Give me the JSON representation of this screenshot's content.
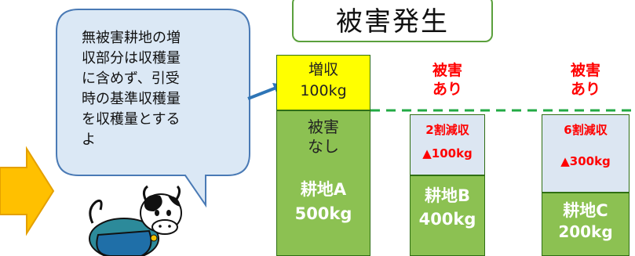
{
  "title": "被害発生",
  "bubble": {
    "lines": [
      "無被害耕地の増",
      "収部分は収穫量",
      "に含めず、引受",
      "時の基準収穫量",
      "を収穫量とする",
      "よ"
    ]
  },
  "field_a": {
    "increase_line1": "増収",
    "increase_line2": "100kg",
    "damage_line1": "被害",
    "damage_line2": "なし",
    "name": "耕地A",
    "amount": "500kg"
  },
  "field_b": {
    "header_line1": "被害",
    "header_line2": "あり",
    "reduction": "2割減収",
    "loss": "▲100kg",
    "name": "耕地B",
    "amount": "400kg"
  },
  "field_c": {
    "header_line1": "被害",
    "header_line2": "あり",
    "reduction": "6割減収",
    "loss": "▲300kg",
    "name": "耕地C",
    "amount": "200kg"
  },
  "colors": {
    "green": "#8cc152",
    "dark_green": "#2f6f14",
    "yellow": "#ffff00",
    "gray_blue": "#dce6f2",
    "red": "#ff0000",
    "arrow_orange": "#ffc000",
    "bubble_fill": "#dbe8f5",
    "bubble_border": "#4a7ab5",
    "pointer_blue": "#2e75b6"
  },
  "icons": [
    "orange-arrow-icon",
    "cow-mascot-icon",
    "pointer-arrow-icon"
  ]
}
